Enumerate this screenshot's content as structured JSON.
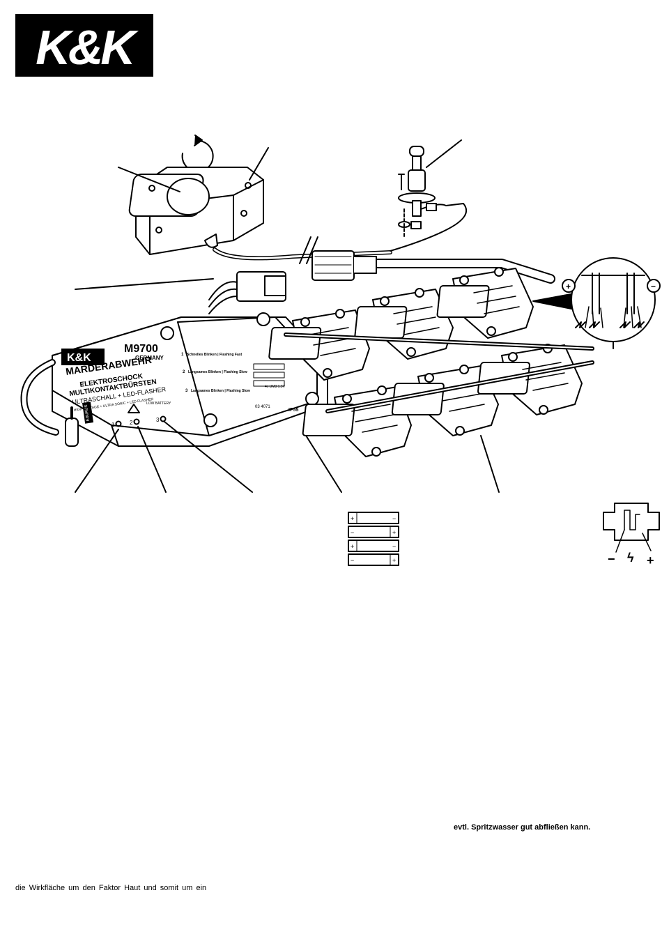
{
  "logo": {
    "text": "K&K"
  },
  "device": {
    "brand": "K&K",
    "model": "M9700",
    "country": "GERMANY",
    "title": "MARDERABWEHR",
    "subtitle1": "ELEKTROSCHOCK",
    "subtitle2": "MULTIKONTAKTBÜRSTEN",
    "subtitle3": "ULTRASCHALL + LED-FLASHER",
    "subtitle4": "HIGH VOLTAGE + ULTRA SONIC + LED FLASHER",
    "switch_label": "EIN/AUS",
    "led_labels": [
      "1",
      "2",
      "3"
    ],
    "low_battery": "LOW BATTERY",
    "code": "03 4071",
    "rating": "IP55",
    "voltage": "4x UM3 1.5V",
    "instructions": [
      {
        "num": "1",
        "head": "Schnelles Blinken | Flashing Fast"
      },
      {
        "num": "2",
        "head": "Langsames Blinken | Flashing Slow"
      },
      {
        "num": "3",
        "head": "Langsames Blinken | Flashing Slow"
      }
    ]
  },
  "brush_symbol": {
    "minus": "−",
    "plus": "+",
    "bolt": "ϟ"
  },
  "battery_signs": {
    "plus": "+",
    "minus": "−"
  },
  "note": "evtl. Spritzwasser gut abfließen kann.",
  "body_text": "die  Wirkfläche  um  den  Faktor  Haut  und  somit  um  ein"
}
